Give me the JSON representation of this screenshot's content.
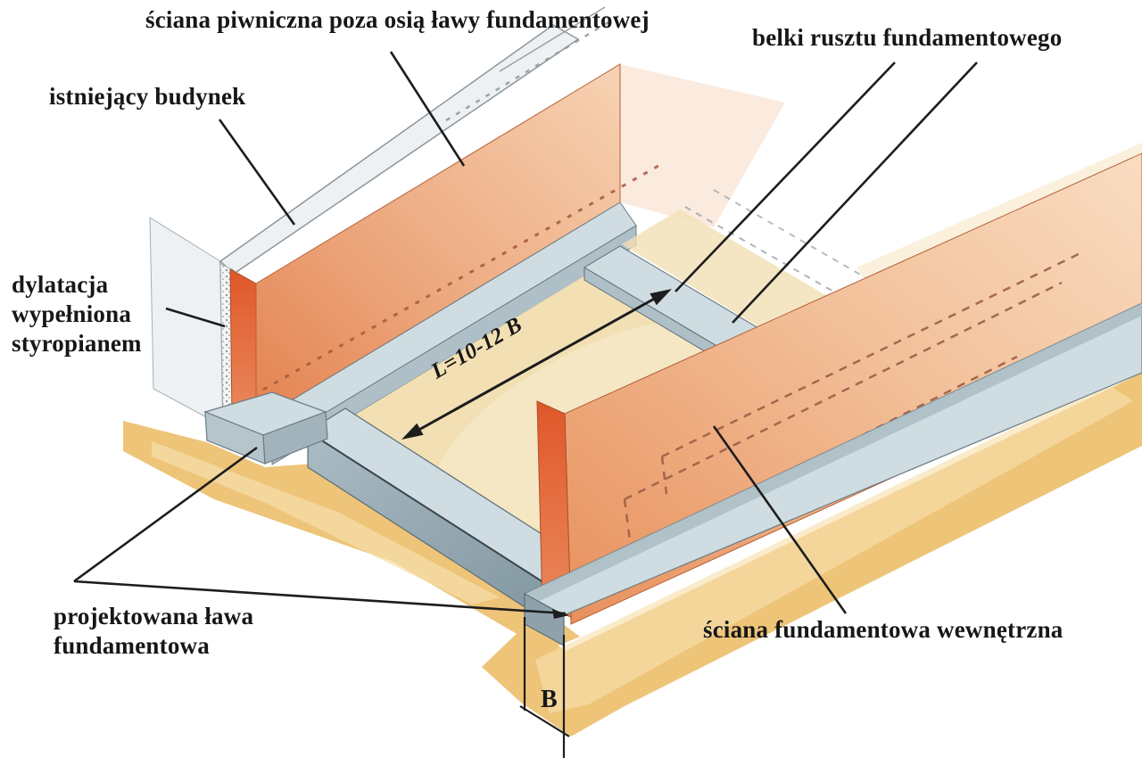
{
  "diagram": {
    "labels": {
      "basement_wall": "ściana piwniczna poza osią ławy fundamentowej",
      "grillage_beams": "belki rusztu fundamentowego",
      "existing_building": "istniejący budynek",
      "expansion_joint": {
        "line1": "dylatacja",
        "line2": "wypełniona",
        "line3": "styropianem"
      },
      "designed_footing": {
        "line1": "projektowana ława",
        "line2": "fundamentowa"
      },
      "internal_wall": "ściana fundamentowa wewnętrzna"
    },
    "dimensions": {
      "beam_spacing": "L=10-12 B",
      "footing_width": "B"
    },
    "colors": {
      "brick": "#e89b6f",
      "brick_bright": "#e05f2e",
      "brick_pale": "#f6d7bd",
      "concrete_top": "#cfdce1",
      "concrete_side": "#aebfc8",
      "concrete_dark": "#8fa2ac",
      "existing_wall": "#eef1f3",
      "sand": "#eec478",
      "sand_light": "#f6dfae",
      "soil": "#f2e0b4",
      "line": "#1d1d1d",
      "hidden_line": "#a4593a"
    }
  }
}
